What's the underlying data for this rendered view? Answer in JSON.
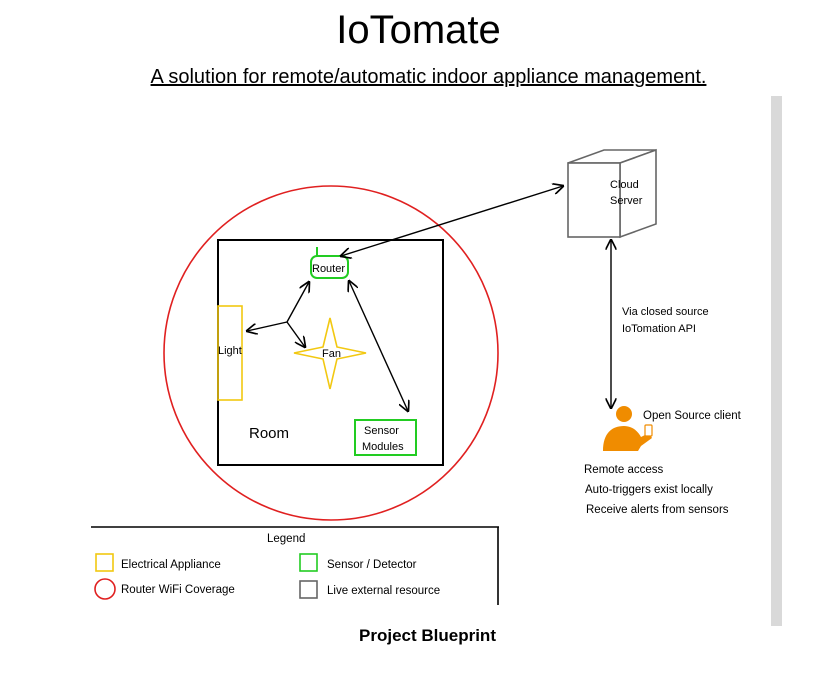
{
  "header": {
    "title": "IoTomate",
    "subtitle": "A solution for remote/automatic indoor appliance management."
  },
  "diagram": {
    "room_label": "Room",
    "router_label": "Router",
    "light_label": "Light",
    "fan_label": "Fan",
    "sensor_label_line1": "Sensor",
    "sensor_label_line2": "Modules",
    "cloud_label_line1": "Cloud",
    "cloud_label_line2": "Server",
    "api_label_line1": "Via closed source",
    "api_label_line2": "IoTomation API",
    "client_label": "Open Source client",
    "features": [
      "Remote access",
      "Auto-triggers exist locally",
      "Receive alerts from sensors"
    ]
  },
  "legend": {
    "title": "Legend",
    "items": [
      {
        "label": "Electrical Appliance",
        "color": "#f2c811"
      },
      {
        "label": "Router WiFi Coverage",
        "color": "#e02020"
      },
      {
        "label": "Sensor / Detector",
        "color": "#22cc22"
      },
      {
        "label": "Live external resource",
        "color": "#666666"
      }
    ]
  },
  "caption": "Project Blueprint",
  "colors": {
    "appliance": "#f2c811",
    "wifi": "#e02020",
    "sensor": "#22cc22",
    "person": "#f08c00"
  }
}
